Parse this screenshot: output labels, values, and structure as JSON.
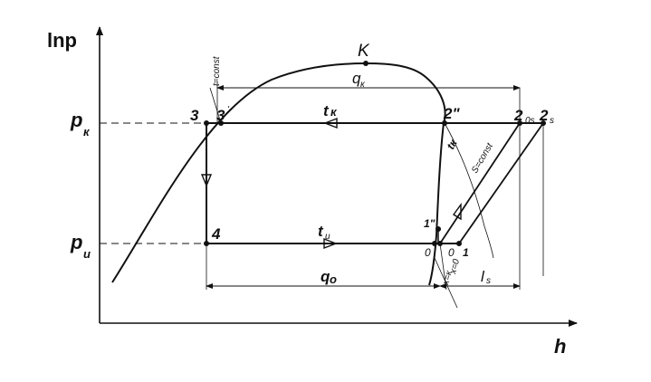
{
  "axes": {
    "y_label": "lnp",
    "x_label": "h",
    "pk_main": "p",
    "pk_sub": "к",
    "pu_main": "p",
    "pu_sub": "и"
  },
  "points": {
    "K": "K",
    "p3": "3",
    "p3prime": "3",
    "p4": "4",
    "p2dd": "2\"",
    "p1prime": "1\"",
    "p0": "0",
    "p0prime": "0",
    "p1": "1",
    "p20s_main": "2",
    "p20s_sub": "0s",
    "p2s_main": "2",
    "p2s_sub": "s"
  },
  "labels": {
    "tk_top_main": "t",
    "tk_top_sub": "к",
    "tu_main": "t",
    "tu_sub": "u",
    "qk_main": "q",
    "qk_sub": "к",
    "qo_main": "q",
    "qo_sub": "o",
    "ls_main": "l",
    "ls_sub": "s",
    "t_const": "t=const",
    "s_const": "S=const",
    "tk_iso": "tк",
    "x_k": "x=к",
    "x_0": "x=0"
  },
  "colors": {
    "ink": "#111111",
    "background": "#ffffff"
  }
}
